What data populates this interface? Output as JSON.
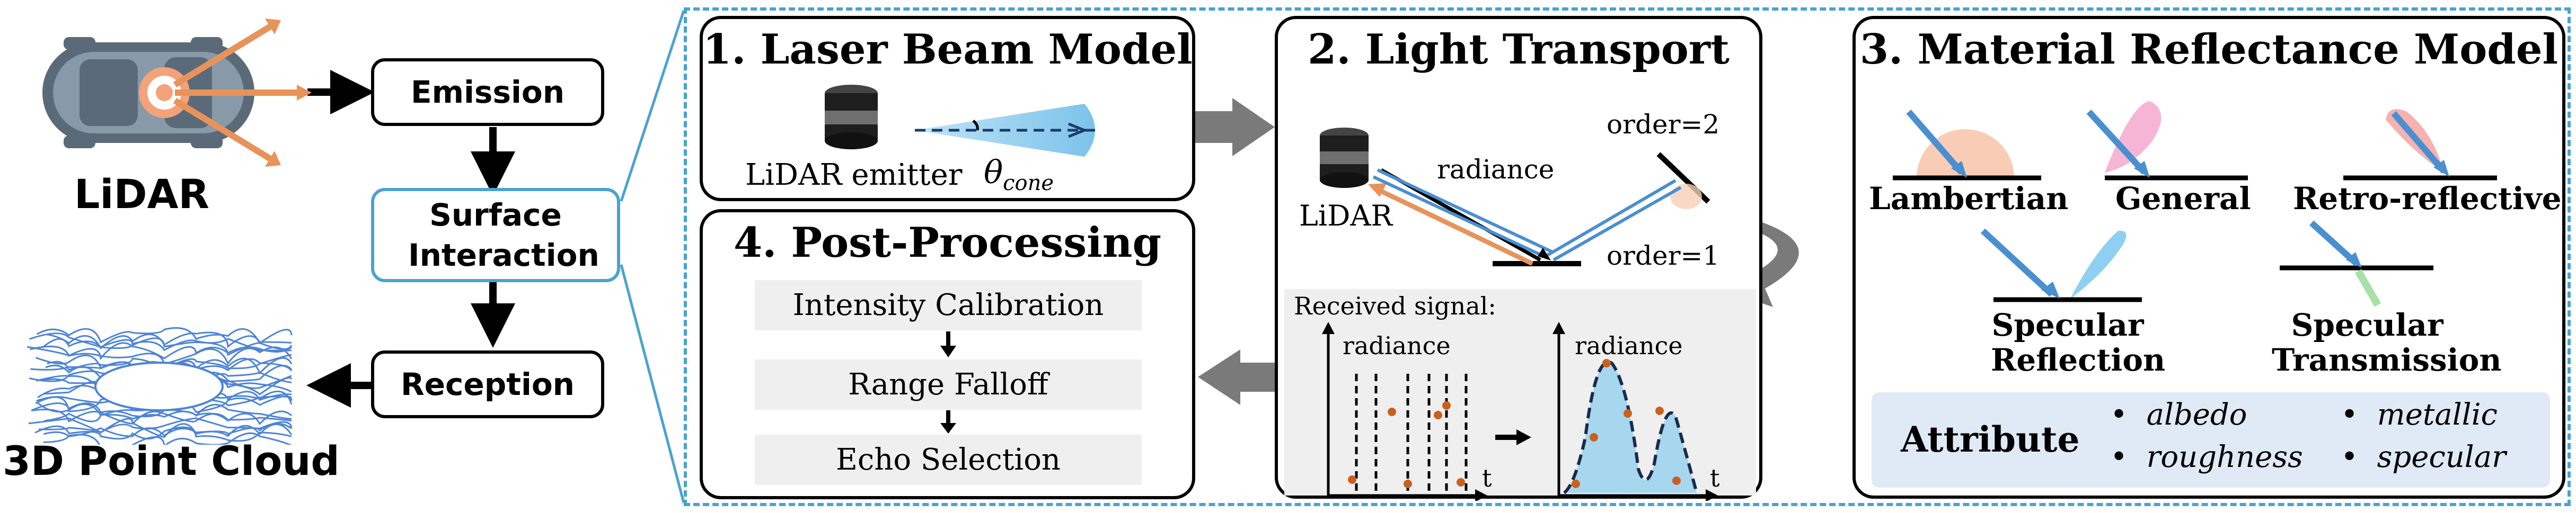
{
  "colors": {
    "blue": "#4a8fd0",
    "lightblue": "#9fd3ee",
    "orange": "#e8935a",
    "accent": "#4aa3cf",
    "grey": "#808080",
    "panel_fill": "#dfeaf6"
  },
  "left": {
    "lidar_label": "LiDAR",
    "pointcloud_label": "3D Point Cloud",
    "flow": [
      "Emission",
      "Surface Interaction",
      "Reception"
    ]
  },
  "panels": {
    "p1": {
      "title": "1. Laser Beam Model",
      "emitter_label": "LiDAR emitter",
      "theta": "θ",
      "theta_sub": "cone"
    },
    "p2": {
      "title": "2. Light Transport",
      "lidar_label": "LiDAR",
      "radiance_label": "radiance",
      "order2": "order=2",
      "order1": "order=1",
      "received_signal": "Received signal:",
      "plot_ylabel": "radiance",
      "plot_xlabel": "t"
    },
    "p3": {
      "title": "3. Material Reflectance Model",
      "materials": [
        "Lambertian",
        "General",
        "Retro-reflective"
      ],
      "specular_reflection": [
        "Specular",
        "Reflection"
      ],
      "specular_transmission": [
        "Specular",
        "Transmission"
      ],
      "attribute_label": "Attribute",
      "attributes": [
        "albedo",
        "roughness",
        "metallic",
        "specular"
      ]
    },
    "p4": {
      "title": "4. Post-Processing",
      "steps": [
        "Intensity Calibration",
        "Range Falloff",
        "Echo Selection"
      ]
    }
  },
  "bullet": "•"
}
